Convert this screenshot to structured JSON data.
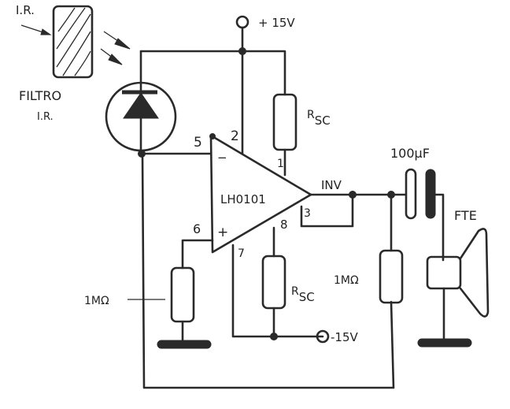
{
  "ir_source": {
    "label": "I.R."
  },
  "filter": {
    "label_line1": "FILTRO",
    "label_line2": "I.R."
  },
  "supply": {
    "positive": "+ 15V",
    "negative": "-15V"
  },
  "opamp": {
    "name": "LH0101",
    "inverting_sign": "−",
    "noninverting_sign": "+",
    "pins": {
      "p5": "5",
      "p2": "2",
      "p1": "1",
      "p3": "3",
      "p6": "6",
      "p7": "7",
      "p8": "8"
    }
  },
  "resistors": {
    "rsc_top": {
      "main": "R",
      "sub": "SC"
    },
    "rsc_bottom": {
      "main": "R",
      "sub": "SC"
    },
    "r_left": "1MΩ",
    "r_right": "1MΩ"
  },
  "output": {
    "label": "INV"
  },
  "capacitor": {
    "label": "100µF"
  },
  "speaker": {
    "label": "FTE"
  }
}
